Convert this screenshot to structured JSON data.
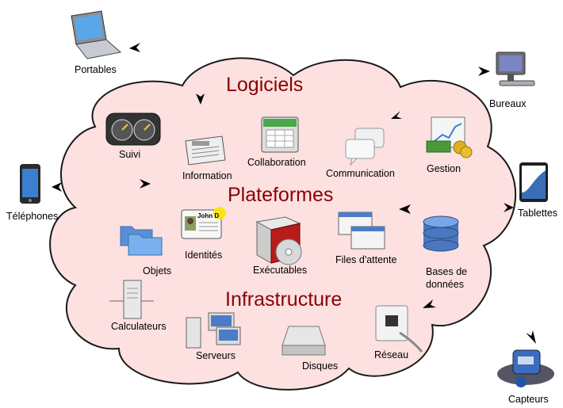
{
  "sections": {
    "logiciels": "Logiciels",
    "plateformes": "Plateformes",
    "infrastructure": "Infrastructure"
  },
  "inner_items": {
    "suivi": "Suivi",
    "information": "Information",
    "collaboration": "Collaboration",
    "communication": "Communication",
    "gestion": "Gestion",
    "identites": "Identités",
    "objets": "Objets",
    "executables": "Exécutables",
    "files_attente": "Files d'attente",
    "bases_line1": "Bases de",
    "bases_line2": "données",
    "calculateurs": "Calculateurs",
    "serveurs": "Serveurs",
    "disques": "Disques",
    "reseau": "Réseau"
  },
  "devices": {
    "portables": "Portables",
    "bureaux": "Bureaux",
    "telephones": "Téléphones",
    "tablettes": "Tablettes",
    "capteurs": "Capteurs"
  },
  "id_card_text": "John D",
  "colors": {
    "cloud_fill": "#fde0e0",
    "cloud_stroke": "#1a1a1a",
    "section_text": "#8b0000"
  }
}
